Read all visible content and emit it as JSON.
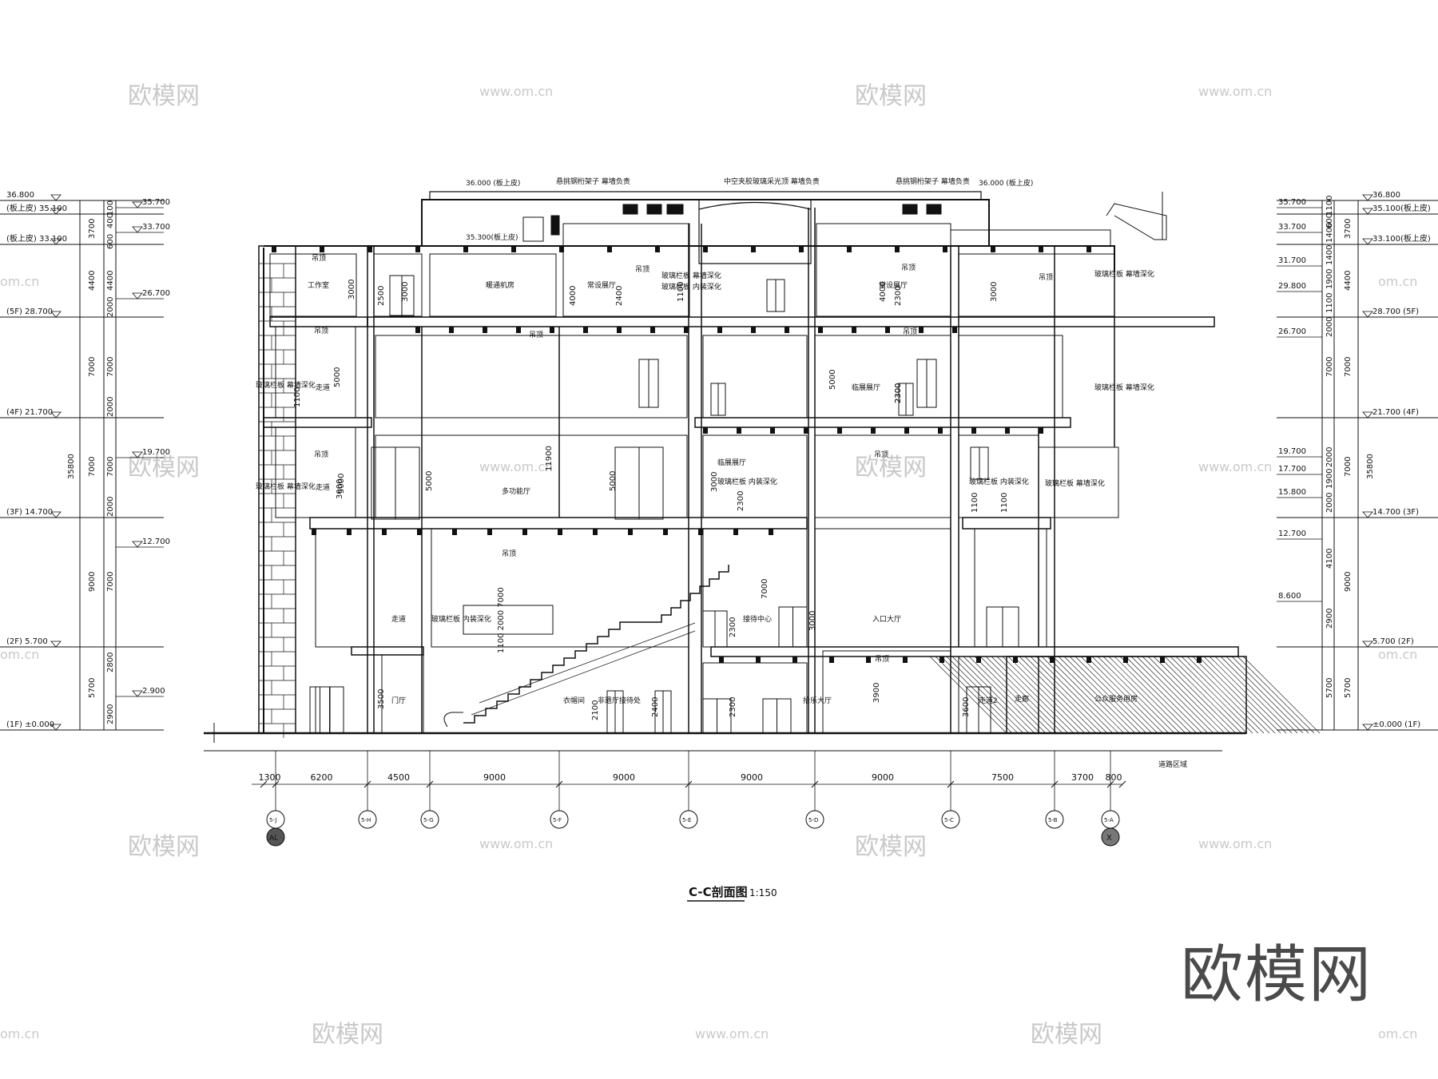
{
  "drawing": {
    "title": "C-C剖面图",
    "scale": "1:150"
  },
  "watermark": {
    "logo_text": "欧模网",
    "url_text": "www.om.cn",
    "url_short": "om.cn"
  },
  "left_levels": [
    {
      "label": "36.800"
    },
    {
      "label": "(板上皮) 35.100"
    },
    {
      "label": "(板上皮) 33.100"
    },
    {
      "label": "(5F) 28.700"
    },
    {
      "label": "(4F) 21.700"
    },
    {
      "label": "(3F) 14.700"
    },
    {
      "label": "(2F) 5.700"
    },
    {
      "label": "(1F) ±0.000"
    }
  ],
  "left_inner_levels": [
    "35.700",
    "33.700",
    "26.700",
    "19.700",
    "12.700",
    "2.900"
  ],
  "left_dims_outer": [
    "3700",
    "4400",
    "7000",
    "7000",
    "9000",
    "5700"
  ],
  "left_dims_inner": [
    "100",
    "400",
    "600",
    "4400",
    "2000",
    "7000",
    "2000",
    "7000",
    "2000",
    "7000",
    "2800",
    "2900"
  ],
  "left_total": "35800",
  "right_levels": [
    {
      "label": "36.800"
    },
    {
      "label": "35.100(板上皮)"
    },
    {
      "label": "33.100(板上皮)"
    },
    {
      "label": "28.700 (5F)"
    },
    {
      "label": "21.700 (4F)"
    },
    {
      "label": "14.700 (3F)"
    },
    {
      "label": "5.700 (2F)"
    },
    {
      "label": "±0.000 (1F)"
    }
  ],
  "right_inner_levels": [
    "35.700",
    "33.700",
    "31.700",
    "29.800",
    "26.700",
    "19.700",
    "17.700",
    "15.800",
    "12.700",
    "8.600"
  ],
  "right_dims_outer": [
    "3700",
    "4400",
    "7000",
    "7000",
    "9000",
    "5700"
  ],
  "right_dims_inner": [
    "1100",
    "600",
    "1400",
    "1400",
    "1900",
    "1100",
    "2000",
    "7000",
    "2000",
    "1900",
    "2000",
    "4100",
    "2900",
    "5700"
  ],
  "right_total": "35800",
  "grid_dims": [
    "1300",
    "6200",
    "4500",
    "9000",
    "9000",
    "9000",
    "9000",
    "7500",
    "3700",
    "800"
  ],
  "grid_axes": [
    "5-J",
    "5-H",
    "5-G",
    "5-F",
    "5-E",
    "5-D",
    "5-C",
    "5-B",
    "5-A"
  ],
  "grid_end_markers": [
    "AL",
    "X"
  ],
  "top_notes": [
    "36.000 (板上皮)",
    "悬挑钢桁架子 幕墙负责",
    "中空夹胶玻璃采光顶 幕墙负责",
    "悬挑钢桁架子 幕墙负责",
    "36.000 (板上皮)",
    "35.300(板上皮)"
  ],
  "rooms": [
    "工作室",
    "吊顶",
    "暖通机房",
    "常设展厅",
    "吊顶",
    "玻璃栏板 幕墙深化",
    "玻璃栏板 内装深化",
    "常设展厅",
    "吊顶",
    "吊顶",
    "玻璃栏板 幕墙深化",
    "吊顶",
    "走道",
    "玻璃栏板 幕墙深化",
    "吊顶",
    "吊顶",
    "临展展厅",
    "玻璃栏板 幕墙深化",
    "吊顶",
    "走道",
    "玻璃栏板 幕墙深化",
    "多功能厅",
    "临展展厅",
    "玻璃栏板 内装深化",
    "吊顶",
    "玻璃栏板 内装深化",
    "玻璃栏板 幕墙深化",
    "吊顶",
    "走道",
    "玻璃栏板 内装深化",
    "接待中心",
    "入口大厅",
    "门厅",
    "衣帽间",
    "非遗厅接待处",
    "吊顶",
    "拾乐大厅",
    "走道2",
    "走廊",
    "公众服务用房",
    "道路区域"
  ],
  "dims_inside": [
    "3000",
    "2500",
    "3000",
    "4000",
    "2400",
    "1100",
    "4000",
    "2300",
    "3000",
    "5000",
    "1100",
    "2300",
    "5000",
    "2300",
    "11900",
    "5000",
    "3000",
    "5000",
    "5000",
    "3000",
    "2300",
    "1100",
    "1100",
    "7000",
    "2300",
    "3000",
    "1100 2000 7000",
    "3500",
    "2100",
    "2400",
    "2300",
    "3900",
    "3600"
  ]
}
